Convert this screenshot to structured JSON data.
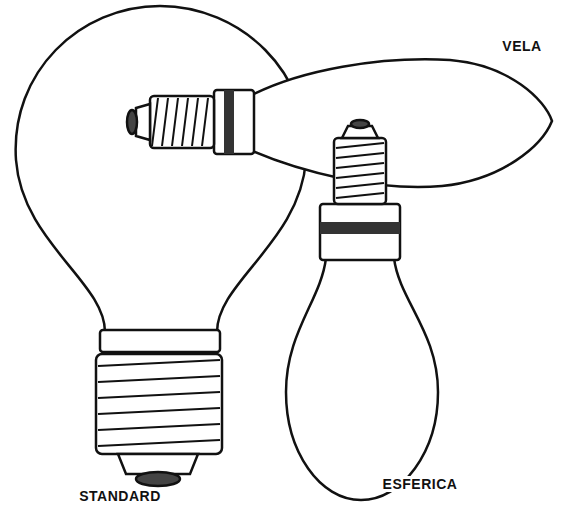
{
  "diagram": {
    "labels": [
      "VELA",
      "STANDARD",
      "ESFERICA"
    ]
  }
}
